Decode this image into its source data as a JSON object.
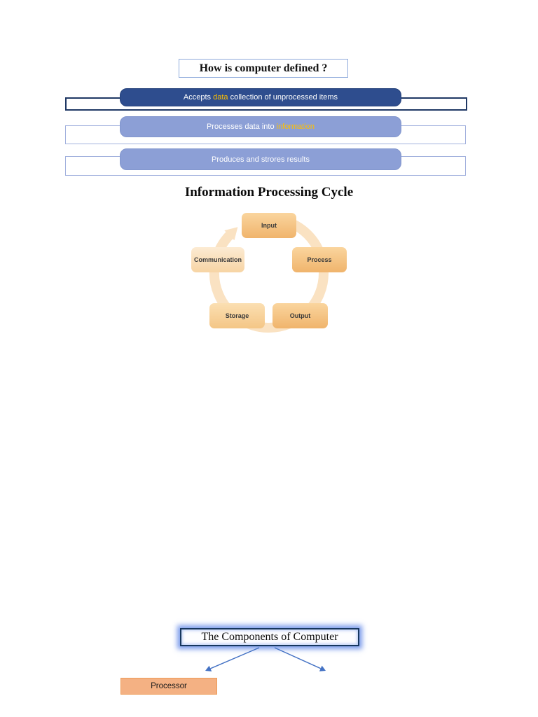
{
  "colors": {
    "bar-dark": "#2E4D8E",
    "bar-light": "#8C9FD6",
    "rect-dark-border": "#1F3864",
    "rect-light-border": "#A3B2DE",
    "highlight": "#FFC000",
    "title-border": "#8EAADB",
    "ring": "#FAE2C2",
    "arrow-blue": "#4472C4",
    "processor-fill": "#F4B183",
    "processor-border": "#ED9B57",
    "components-border": "#17375E"
  },
  "definition": {
    "title": "How is computer defined ?",
    "bars": [
      {
        "parts": [
          {
            "t": "Accepts "
          },
          {
            "t": "data",
            "hl": true
          },
          {
            "t": " collection of unprocessed items"
          }
        ]
      },
      {
        "parts": [
          {
            "t": "Processes data into "
          },
          {
            "t": "information",
            "hl": true
          }
        ]
      },
      {
        "parts": [
          {
            "t": "Produces and strores results"
          }
        ]
      }
    ]
  },
  "cycle": {
    "heading": "Information Processing Cycle",
    "nodes": [
      {
        "label": "Input"
      },
      {
        "label": "Process"
      },
      {
        "label": "Output"
      },
      {
        "label": "Storage"
      },
      {
        "label": "Communication"
      }
    ]
  },
  "components": {
    "title": "The Components of Computer",
    "items": [
      {
        "label": "Processor"
      }
    ]
  }
}
